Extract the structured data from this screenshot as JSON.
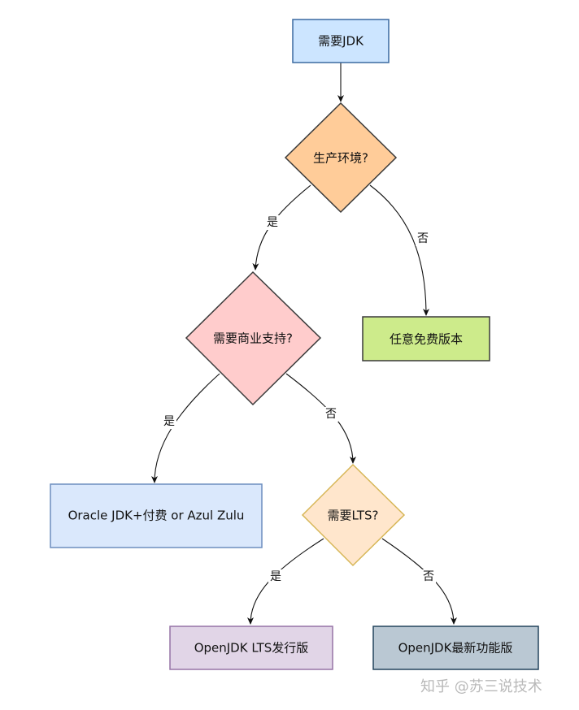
{
  "nodes": {
    "start": {
      "label": "需要JDK",
      "fill": "#cce5ff",
      "stroke": "#3b6aa0"
    },
    "q_production": {
      "label": "生产环境?",
      "fill": "#ffcc99",
      "stroke": "#3a3a3a"
    },
    "any_free": {
      "label": "任意免费版本",
      "fill": "#cdeb8b",
      "stroke": "#3a3a3a"
    },
    "q_commercial": {
      "label": "需要商业支持?",
      "fill": "#ffcccc",
      "stroke": "#3a3a3a"
    },
    "oracle": {
      "label": "Oracle JDK+付费 or Azul Zulu",
      "fill": "#dae8fc",
      "stroke": "#6c8ebf"
    },
    "q_lts": {
      "label": "需要LTS?",
      "fill": "#ffe6cc",
      "stroke": "#d6b656"
    },
    "openjdk_lts": {
      "label": "OpenJDK LTS发行版",
      "fill": "#e1d5e7",
      "stroke": "#9673a6"
    },
    "openjdk_latest": {
      "label": "OpenJDK最新功能版",
      "fill": "#bac8d3",
      "stroke": "#23445d"
    }
  },
  "edges": {
    "prod_yes": "是",
    "prod_no": "否",
    "comm_yes": "是",
    "comm_no": "否",
    "lts_yes": "是",
    "lts_no": "否"
  },
  "watermark": "知乎 @苏三说技术"
}
